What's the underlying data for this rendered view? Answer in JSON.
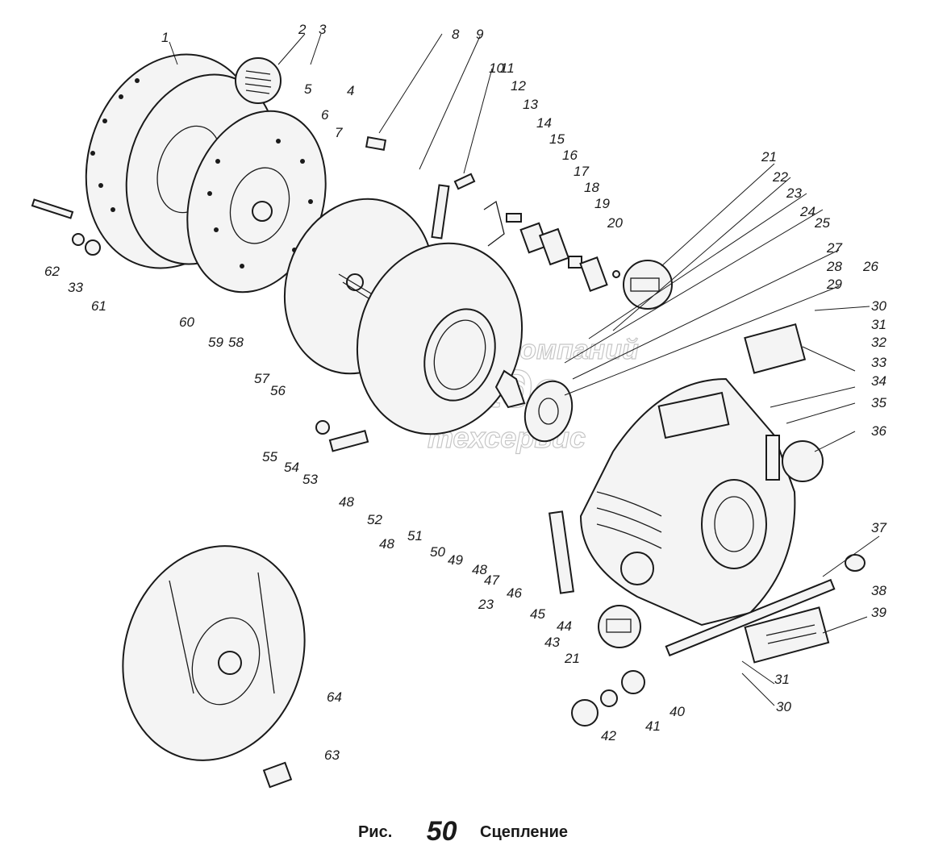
{
  "figure": {
    "caption_prefix": "Рис.",
    "number": "50",
    "title": "Сцепление"
  },
  "watermark": {
    "line1": "группа компаний",
    "line2": "Триаде",
    "line3": "техсервис"
  },
  "labels": [
    "1",
    "2",
    "3",
    "4",
    "5",
    "6",
    "7",
    "8",
    "9",
    "10",
    "11",
    "12",
    "13",
    "14",
    "15",
    "16",
    "17",
    "18",
    "19",
    "20",
    "21",
    "22",
    "23",
    "24",
    "25",
    "26",
    "27",
    "28",
    "29",
    "30",
    "31",
    "32",
    "33",
    "34",
    "35",
    "36",
    "37",
    "38",
    "39",
    "40",
    "41",
    "42",
    "43",
    "44",
    "45",
    "46",
    "47",
    "48",
    "49",
    "50",
    "51",
    "52",
    "53",
    "54",
    "55",
    "56",
    "57",
    "58",
    "59",
    "60",
    "61",
    "62",
    "63",
    "64",
    "21",
    "23",
    "31",
    "30",
    "48",
    "48",
    "33"
  ]
}
